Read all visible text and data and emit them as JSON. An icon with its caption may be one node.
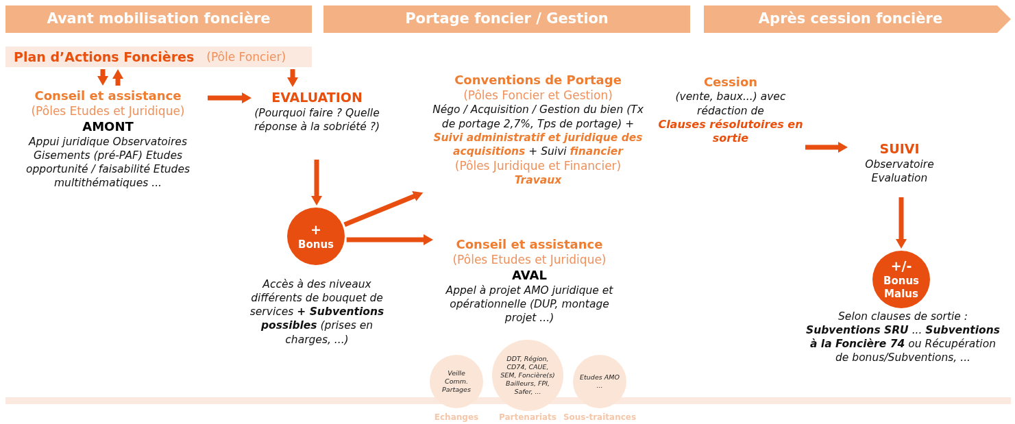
{
  "diagram": {
    "nodes": [
      {
        "text": [
          "Avant mobilisation foncière"
        ]
      },
      {
        "text": [
          "Portage foncier / Gestion"
        ]
      },
      {
        "text": [
          "Après cession foncière"
        ]
      },
      {
        "text": [
          "Plan d’Actions Foncières",
          "(Pôle Foncier)"
        ]
      },
      {
        "text": [
          "Conseil et assistance",
          "(Pôles Etudes et Juridique)",
          "AMONT",
          "Appui juridique Observatoires Gisements (pré-PAF) Etudes opportunité / faisabilité Etudes multithématiques ..."
        ]
      },
      {
        "text": [
          "EVALUATION",
          "(Pourquoi faire ? Quelle réponse à la sobriété ?)"
        ]
      },
      {
        "text": [
          "+",
          "Bonus"
        ],
        "beside": [
          "Accès à des niveaux différents de bouquet de services **+ Subventions possibles** (prises en charges, ...)"
        ]
      },
      {
        "text": [
          "Conventions de Portage",
          "(Pôles Foncier et Gestion)",
          "Négo / Acquisition / Gestion du bien (Tx de portage 2,7%, Tps de portage) +",
          "**Suivi administratif et juridique des acquisitions** + Suivi **financier**",
          "(Pôles Juridique et Financier)",
          "Travaux"
        ]
      },
      {
        "text": [
          "Conseil et assistance",
          "(Pôles Etudes et Juridique)",
          "AVAL",
          "Appel à projet AMO juridique et opérationnelle (DUP, montage projet ...)"
        ]
      },
      {
        "text": [
          "Cession",
          "(vente, baux...) avec rédaction de",
          "Clauses résolutoires en sortie"
        ]
      },
      {
        "text": [
          "SUIVI",
          "Observatoire Evaluation"
        ]
      },
      {
        "text": [
          "+/-",
          "Bonus Malus"
        ],
        "beside": [
          "Selon clauses de sortie : **Subventions SRU** ... **Subventions à la Foncière 74** ou Récupération de bonus/Subventions, ..."
        ]
      },
      {
        "text": [
          "Veille Comm. Partages"
        ],
        "beside": [
          "Echanges"
        ]
      },
      {
        "text": [
          "DDT, Région, CD74, CAUE, SEM, Foncière(s) Bailleurs, FPI, Safer, ..."
        ],
        "beside": [
          "Partenariats"
        ]
      },
      {
        "text": [
          "Etudes AMO ..."
        ],
        "beside": [
          "Sous-traitances"
        ]
      }
    ],
    "edges": [
      {
        "from": 3,
        "to": 4,
        "arrow": "to"
      },
      {
        "from": 4,
        "to": 3,
        "arrow": "to"
      },
      {
        "from": 3,
        "to": 5,
        "arrow": "to"
      },
      {
        "from": 4,
        "to": 5,
        "arrow": "to"
      },
      {
        "from": 5,
        "to": 6,
        "arrow": "to"
      },
      {
        "from": 6,
        "to": 7,
        "arrow": "to"
      },
      {
        "from": 6,
        "to": 8,
        "arrow": "to"
      },
      {
        "from": 9,
        "to": 10,
        "arrow": "to"
      },
      {
        "from": 10,
        "to": 11,
        "arrow": "to"
      }
    ]
  }
}
